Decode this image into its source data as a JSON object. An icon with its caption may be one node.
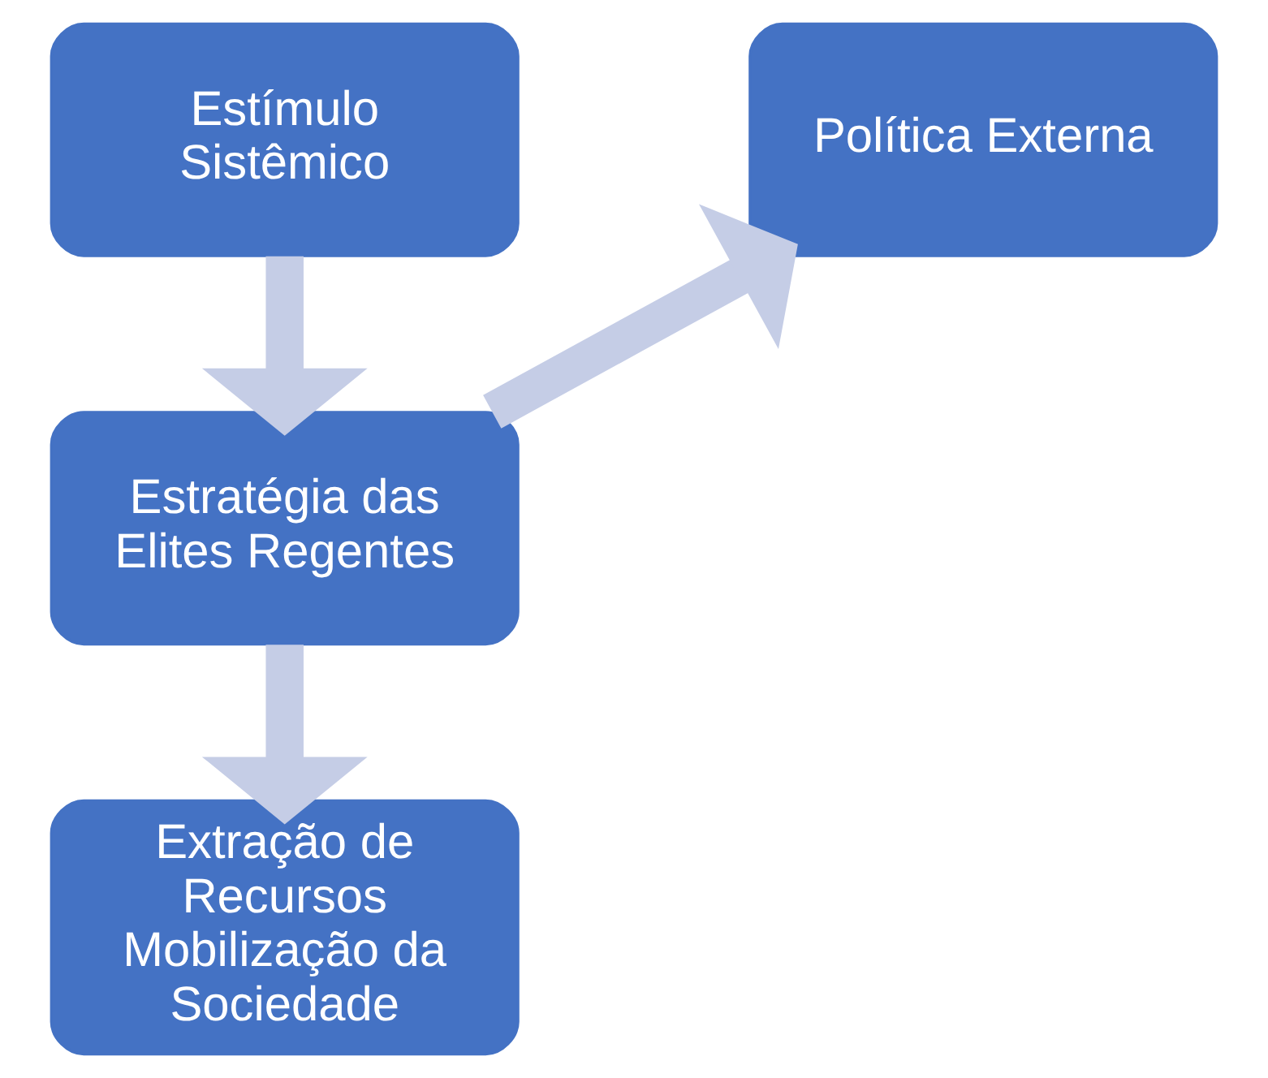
{
  "diagram": {
    "nodes": [
      {
        "text": [
          "Estímulo Sistêmico"
        ]
      },
      {
        "text": [
          "Estratégia das Elites Regentes"
        ]
      },
      {
        "text": [
          "Política Externa"
        ]
      },
      {
        "text": [
          "Extração de Recursos",
          "Mobilização da Sociedade"
        ]
      }
    ],
    "edges": [
      {
        "from": 0,
        "to": 1,
        "arrow": "to"
      },
      {
        "from": 1,
        "to": 2,
        "arrow": "to"
      },
      {
        "from": 1,
        "to": 3,
        "arrow": "to"
      }
    ]
  }
}
